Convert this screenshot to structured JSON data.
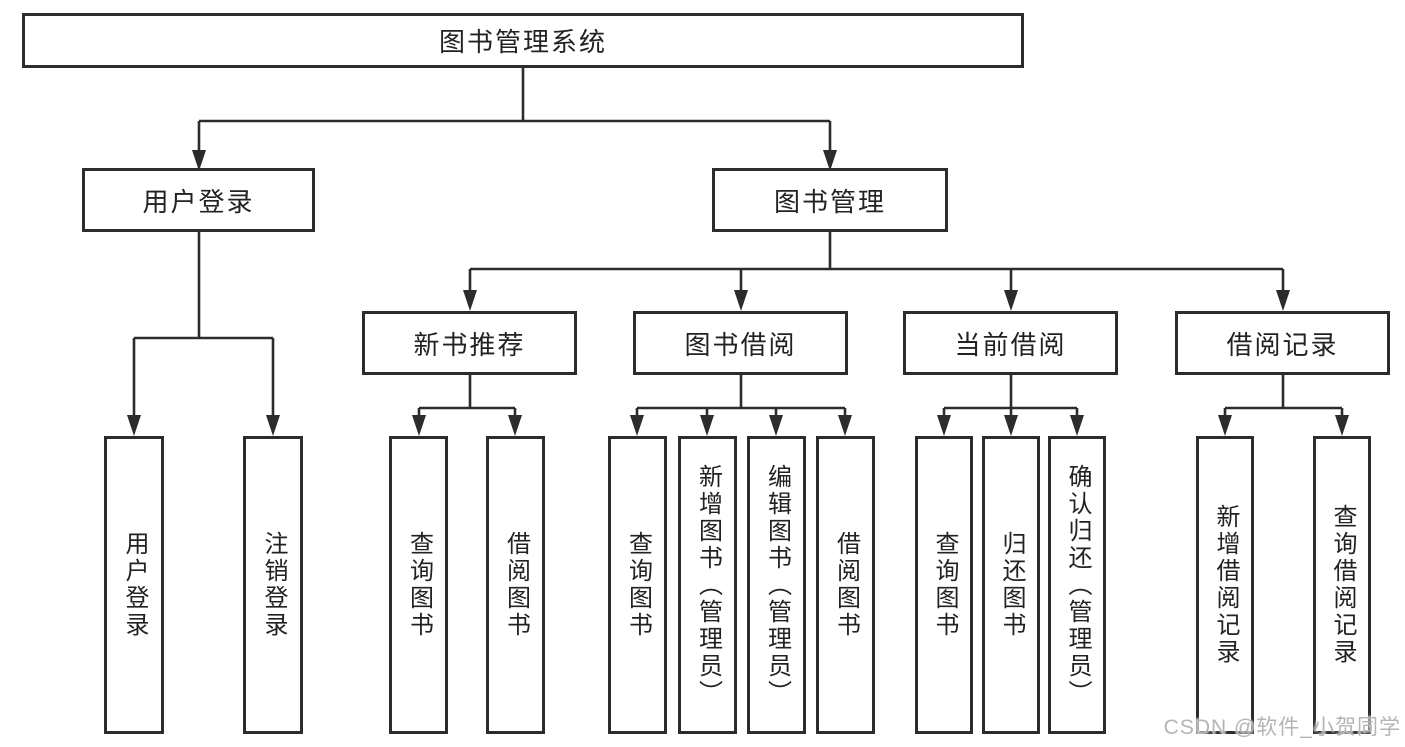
{
  "tree": {
    "root": {
      "label": "图书管理系统"
    },
    "branches": [
      {
        "label": "用户登录",
        "children": [
          {
            "label": "用户登录"
          },
          {
            "label": "注销登录"
          }
        ]
      },
      {
        "label": "图书管理",
        "children": [
          {
            "label": "新书推荐",
            "children": [
              {
                "label": "查询图书"
              },
              {
                "label": "借阅图书"
              }
            ]
          },
          {
            "label": "图书借阅",
            "children": [
              {
                "label": "查询图书"
              },
              {
                "label": "新增图书（管理员）"
              },
              {
                "label": "编辑图书（管理员）"
              },
              {
                "label": "借阅图书"
              }
            ]
          },
          {
            "label": "当前借阅",
            "children": [
              {
                "label": "查询图书"
              },
              {
                "label": "归还图书"
              },
              {
                "label": "确认归还（管理员）"
              }
            ]
          },
          {
            "label": "借阅记录",
            "children": [
              {
                "label": "新增借阅记录"
              },
              {
                "label": "查询借阅记录"
              }
            ]
          }
        ]
      }
    ]
  },
  "watermark": {
    "text": "CSDN @软件_小贺同学"
  },
  "colors": {
    "line": "#2c2c2c",
    "border": "#2c2c2c",
    "text": "#222222",
    "background": "#ffffff",
    "watermark": "#b5b5b5"
  }
}
